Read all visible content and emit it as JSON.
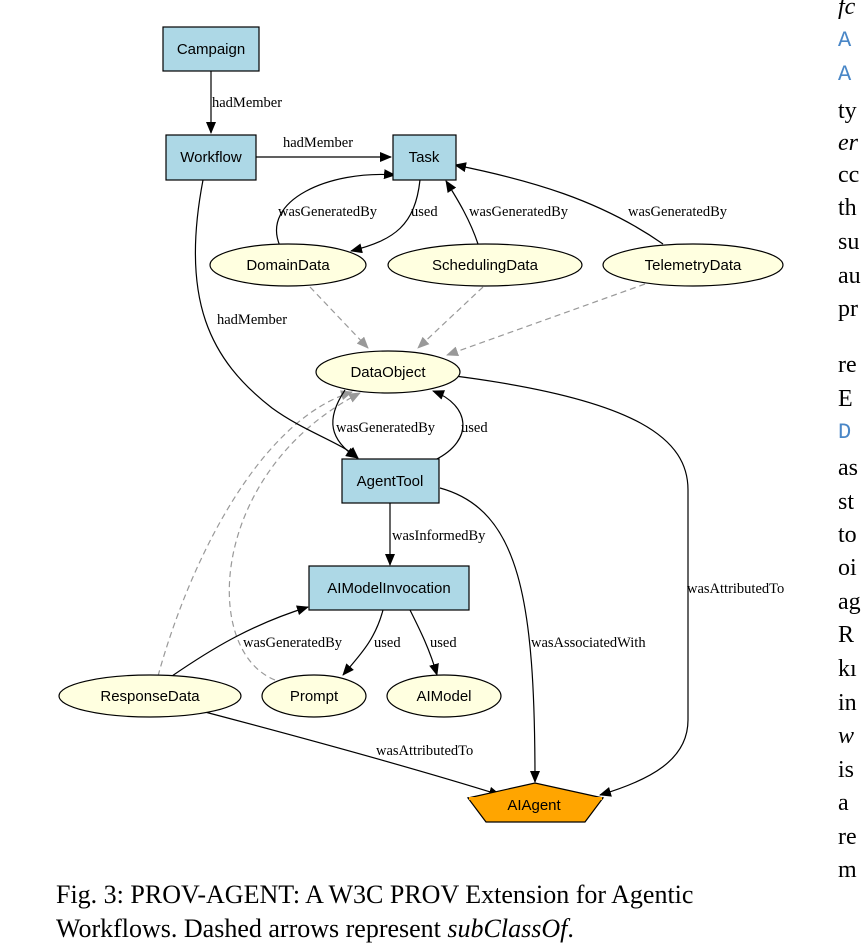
{
  "diagram": {
    "nodes": {
      "campaign": "Campaign",
      "workflow": "Workflow",
      "task": "Task",
      "domain_data": "DomainData",
      "scheduling_data": "SchedulingData",
      "telemetry_data": "TelemetryData",
      "data_object": "DataObject",
      "agent_tool": "AgentTool",
      "ai_model_invocation": "AIModelInvocation",
      "response_data": "ResponseData",
      "prompt": "Prompt",
      "ai_model": "AIModel",
      "ai_agent": "AIAgent"
    },
    "edges": {
      "campaign_workflow": "hadMember",
      "workflow_task": "hadMember",
      "domain_task": "wasGeneratedBy",
      "task_domain": "used",
      "scheduling_task": "wasGeneratedBy",
      "telemetry_task": "wasGeneratedBy",
      "workflow_agenttool": "hadMember",
      "dataobject_agenttool": "wasGeneratedBy",
      "agenttool_dataobject": "used",
      "agenttool_invocation": "wasInformedBy",
      "response_invocation": "wasGeneratedBy",
      "invocation_prompt": "used",
      "invocation_aimodel": "used",
      "agenttool_aiagent": "wasAssociatedWith",
      "dataobject_aiagent": "wasAttributedTo",
      "response_aiagent": "wasAttributedTo"
    },
    "colors": {
      "activity_fill": "#add8e6",
      "entity_fill": "#ffffe0",
      "agent_fill": "#ffa500",
      "subclass_edge": "#999999",
      "edge": "#000000"
    }
  },
  "caption": {
    "prefix": "Fig. 3: PROV-AGENT: A W3C PROV Extension for Agentic Workflows. Dashed arrows represent ",
    "emphasis": "subClassOf",
    "suffix": "."
  },
  "right_column": [
    {
      "text": "fc",
      "style": "italic"
    },
    {
      "text": "A",
      "style": "mono"
    },
    {
      "text": "A",
      "style": "mono"
    },
    {
      "text": "ty",
      "style": "normal"
    },
    {
      "text": "er",
      "style": "italic"
    },
    {
      "text": "cc",
      "style": "normal"
    },
    {
      "text": "th",
      "style": "normal"
    },
    {
      "text": "su",
      "style": "normal"
    },
    {
      "text": "au",
      "style": "normal"
    },
    {
      "text": "pr",
      "style": "normal"
    },
    {
      "text": "re",
      "style": "normal"
    },
    {
      "text": "E",
      "style": "normal"
    },
    {
      "text": "D",
      "style": "mono"
    },
    {
      "text": "as",
      "style": "normal"
    },
    {
      "text": "st",
      "style": "normal"
    },
    {
      "text": "to",
      "style": "normal"
    },
    {
      "text": "oi",
      "style": "normal"
    },
    {
      "text": "ag",
      "style": "normal"
    },
    {
      "text": "R",
      "style": "normal"
    },
    {
      "text": "kı",
      "style": "normal"
    },
    {
      "text": "in",
      "style": "normal"
    },
    {
      "text": "w",
      "style": "italic"
    },
    {
      "text": "is",
      "style": "normal"
    },
    {
      "text": "a",
      "style": "normal"
    },
    {
      "text": "re",
      "style": "normal"
    },
    {
      "text": "m",
      "style": "normal"
    }
  ]
}
